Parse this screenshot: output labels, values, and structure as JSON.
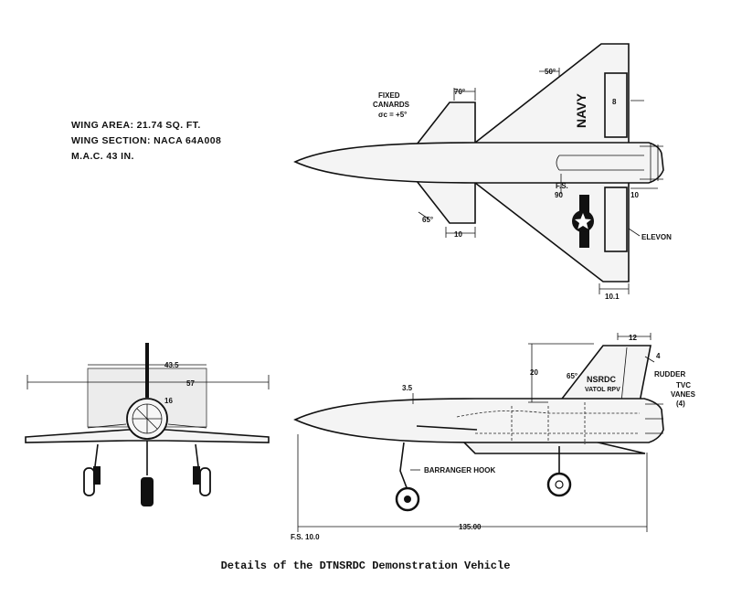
{
  "specs": {
    "wing_area": "WING AREA: 21.74 SQ. FT.",
    "wing_section": "WING SECTION: NACA 64A008",
    "mac": "M.A.C. 43 IN."
  },
  "top_view": {
    "fixed_canards_line1": "FIXED",
    "fixed_canards_line2": "CANARDS",
    "canard_deflection": "σc = +5°",
    "canard_sweep": "70°",
    "wing_sweep": "50°",
    "elevon_chord": "8",
    "navy": "NAVY",
    "fs": "F.S.",
    "fs_value": "90",
    "dim_10_a": "10",
    "canard_angle": "65°",
    "dim_10_b": "10",
    "elevon": "ELEVON",
    "dim_10_1": "10.1"
  },
  "front_view": {
    "span_43_5": "43.5",
    "span_57": "57",
    "diameter_16": "16"
  },
  "side_view": {
    "dim_12": "12",
    "dim_4": "4",
    "dim_20": "20",
    "angle_65": "65°",
    "nsrdc": "NSRDC",
    "vatol_rpv": "VATOL RPV",
    "rudder": "RUDDER",
    "dim_3_5": "3.5",
    "tvc_vanes": "TVC",
    "tvc_vanes2": "VANES",
    "tvc_count": "(4)",
    "barrier_hook": "BARRANGER HOOK",
    "fs_10": "F.S. 10.0",
    "length_135": "135.00"
  },
  "caption": "Details of the DTNSRDC Demonstration Vehicle"
}
